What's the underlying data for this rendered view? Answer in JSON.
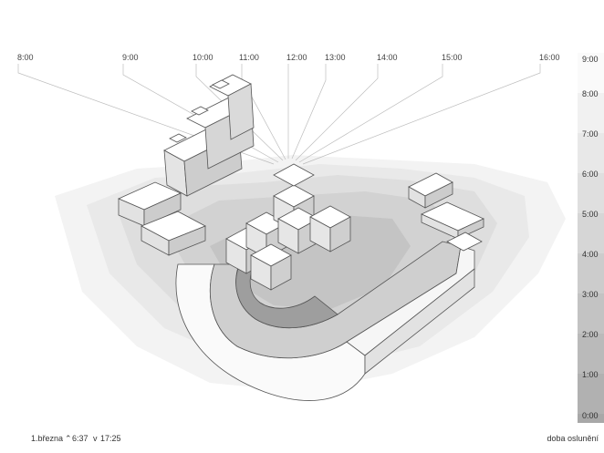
{
  "time_labels": [
    "8:00",
    "9:00",
    "10:00",
    "11:00",
    "12:00",
    "13:00",
    "14:00",
    "15:00",
    "16:00"
  ],
  "legend": {
    "title": "doba oslunění",
    "labels": [
      "9:00",
      "8:00",
      "7:00",
      "6:00",
      "5:00",
      "4:00",
      "3:00",
      "2:00",
      "1:00",
      "0:00"
    ],
    "colors": [
      "#fafafa",
      "#f1f1f1",
      "#e8e8e8",
      "#dfdfdf",
      "#d6d6d6",
      "#cccccc",
      "#c3c3c3",
      "#bababa",
      "#b1b1b1",
      "#a8a8a8"
    ]
  },
  "footer": {
    "date": "1.března",
    "sunrise_icon": "sunrise-arrow-up-icon",
    "sunrise": "6:37",
    "sunset_icon": "sunset-arrow-down-icon",
    "sunset": "17:25"
  }
}
